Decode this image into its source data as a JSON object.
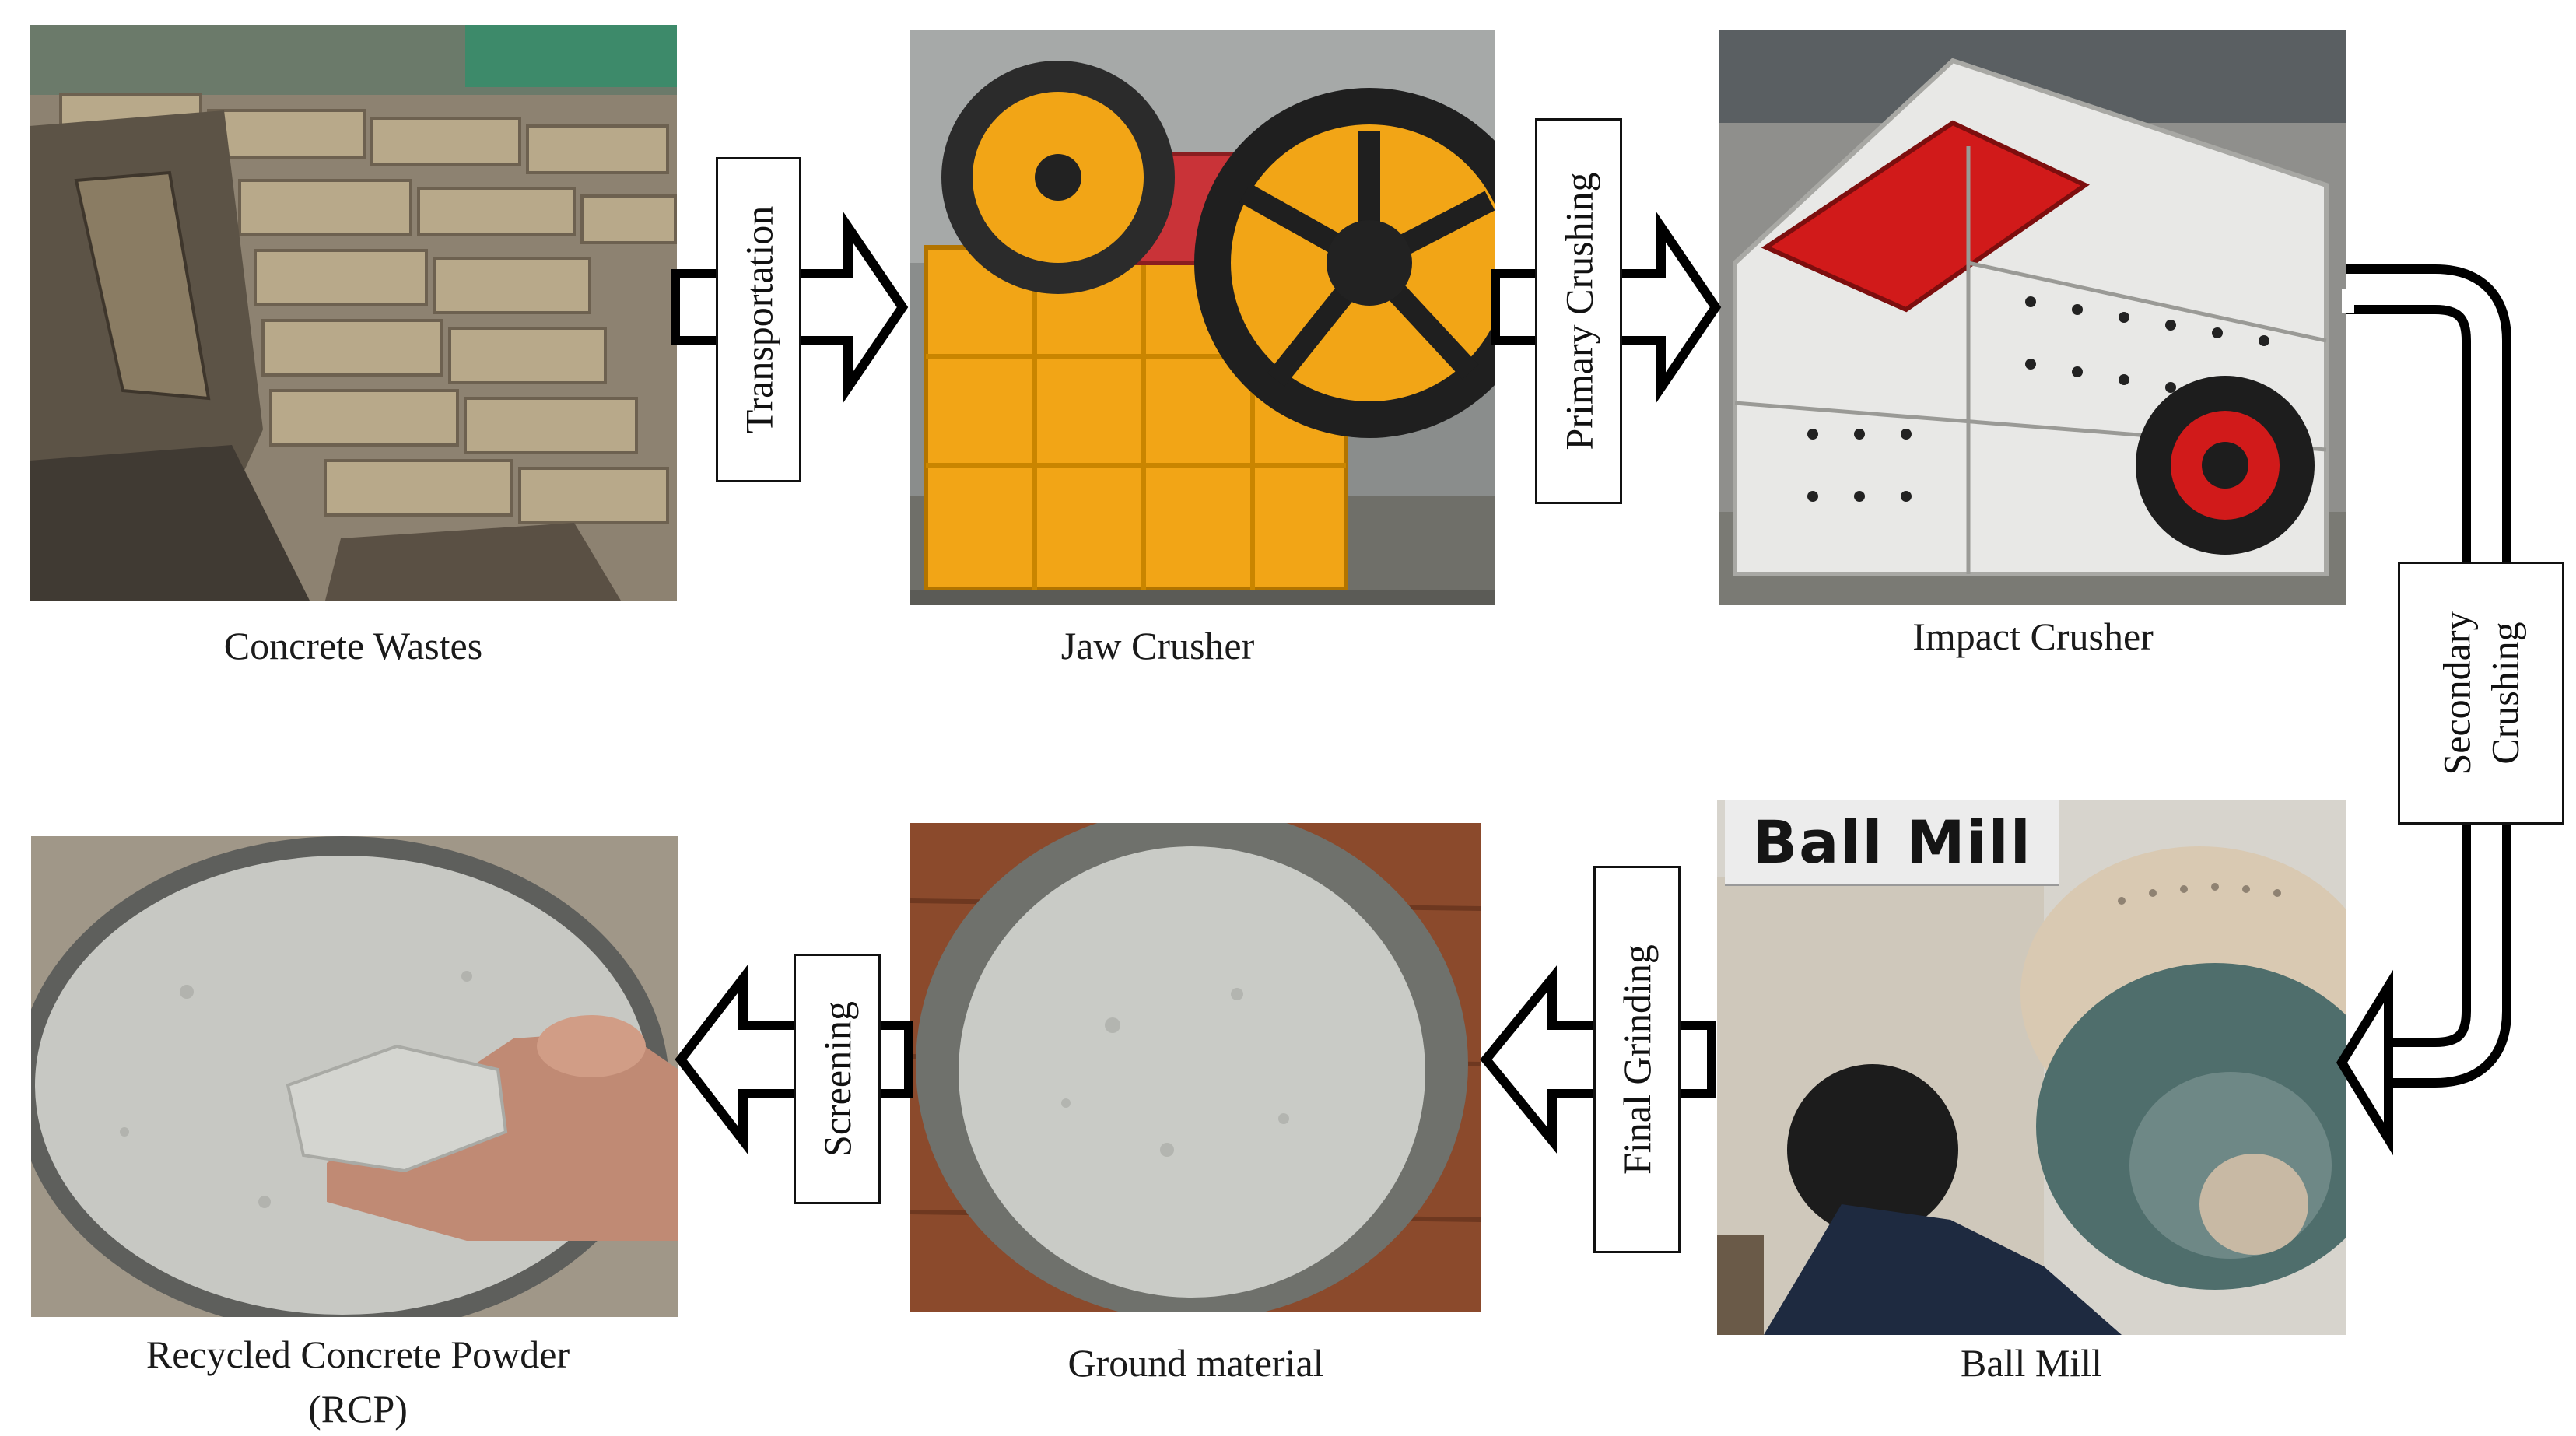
{
  "stages": {
    "concrete_wastes": {
      "caption": "Concrete Wastes"
    },
    "jaw_crusher": {
      "caption": "Jaw Crusher"
    },
    "impact_crusher": {
      "caption": "Impact Crusher"
    },
    "ball_mill": {
      "caption": "Ball Mill",
      "sign_text": "Ball Mill"
    },
    "ground_material": {
      "caption": "Ground material"
    },
    "rcp": {
      "caption_line1": "Recycled Concrete Powder",
      "caption_line2": "(RCP)"
    }
  },
  "steps": {
    "transportation": "Transportation",
    "primary_crushing": "Primary Crushing",
    "secondary_crushing_line1": "Secondary",
    "secondary_crushing_line2": "Crushing",
    "final_grinding": "Final Grinding",
    "screening": "Screening"
  },
  "colors": {
    "jaw_crusher_yellow": "#f2a516",
    "impact_crusher_red": "#d11a1a",
    "ball_mill_teal": "#4f6e6c",
    "powder_grey": "#c9cbc6",
    "concrete_tan": "#b3a58a",
    "arrow_outline": "#000000"
  }
}
